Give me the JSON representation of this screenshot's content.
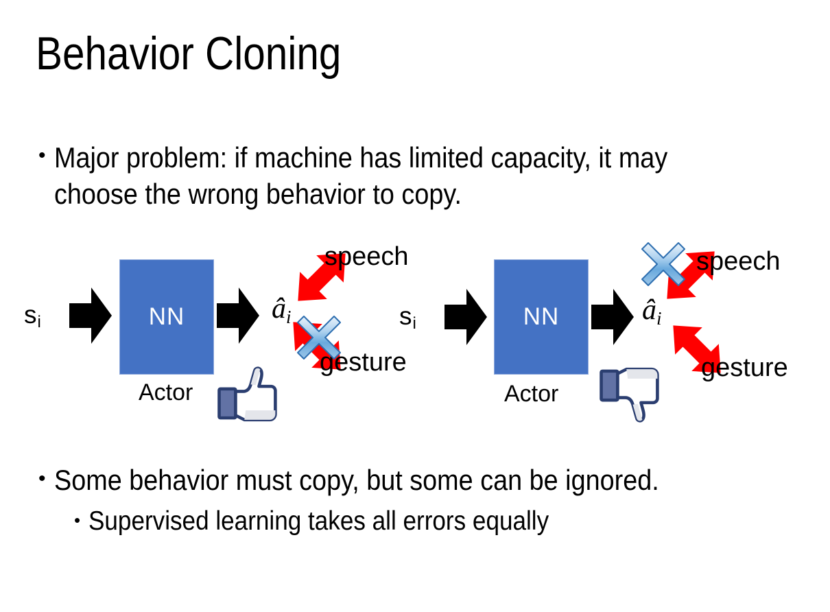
{
  "slide": {
    "title": "Behavior Cloning",
    "bullet_marker": "•",
    "bullets_top": [
      "Major problem: if machine has limited capacity, it may choose the wrong behavior to copy."
    ],
    "bullets_bottom": [
      "Some behavior must copy, but some can be ignored.",
      "Supervised learning takes all errors equally"
    ]
  },
  "diagrams": [
    {
      "id": "left",
      "state_label": "s",
      "state_subscript": "i",
      "nn_label": "NN",
      "actor_label": "Actor",
      "action_label": "â",
      "action_subscript": "i",
      "branch_top_label": "speech",
      "branch_bottom_label": "gesture",
      "crossed_branch": "gesture",
      "feedback_icon": "thumbs-up-icon"
    },
    {
      "id": "right",
      "state_label": "s",
      "state_subscript": "i",
      "nn_label": "NN",
      "actor_label": "Actor",
      "action_label": "â",
      "action_subscript": "i",
      "branch_top_label": "speech",
      "branch_bottom_label": "gesture",
      "crossed_branch": "speech",
      "feedback_icon": "thumbs-down-icon"
    }
  ],
  "colors": {
    "background": "#FFFFFF",
    "text": "#000000",
    "nn_box_fill": "#4472C4",
    "nn_box_border": "#8FAADC",
    "nn_text": "#FFFFFF",
    "block_arrow": "#000000",
    "branch_arrow": "#FF0000",
    "cross_mark_light": "#DCEAF7",
    "cross_mark_mid": "#7FB3E3",
    "cross_mark_dark": "#2E75B6",
    "thumb_outline": "#3B5998",
    "thumb_cuff": "#6272A5",
    "thumb_fill": "#FFFFFF",
    "thumb_shadow": "#E4E6EB"
  }
}
